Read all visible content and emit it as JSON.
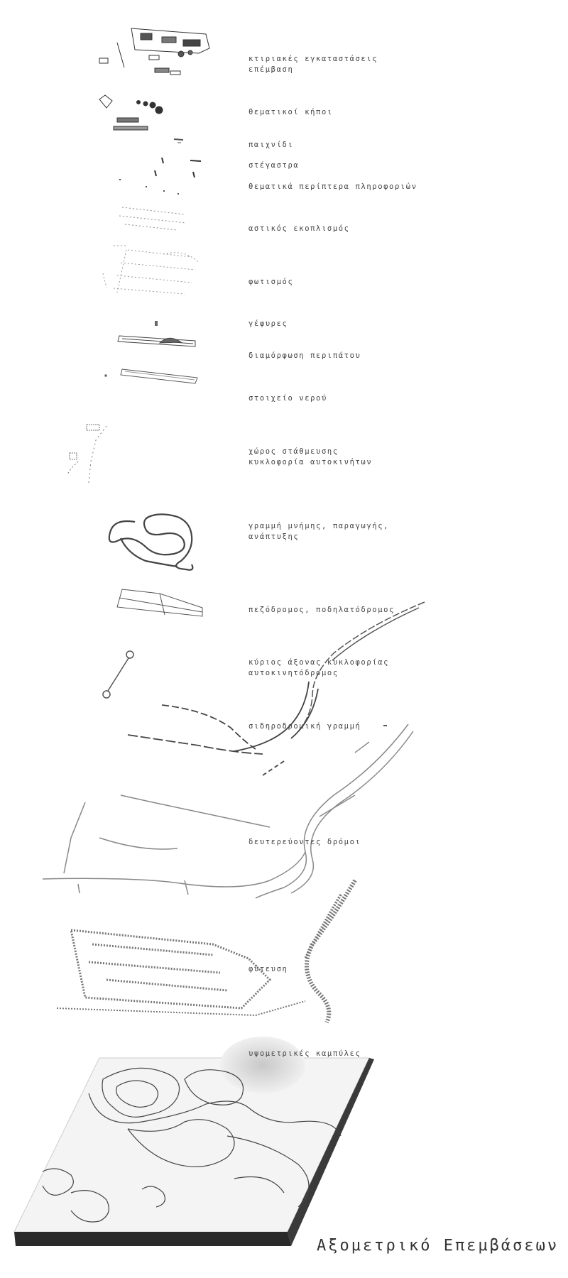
{
  "title": "Αξομετρικό Επεμβάσεων",
  "layers": [
    {
      "id": "buildings",
      "lines": [
        "κτιριακές εγκαταστάσεις",
        "επέμβαση"
      ]
    },
    {
      "id": "gardens",
      "lines": [
        "θεματικοί κήποι"
      ]
    },
    {
      "id": "play",
      "lines": [
        "παιχνίδι"
      ]
    },
    {
      "id": "shelters",
      "lines": [
        "στέγαστρα"
      ]
    },
    {
      "id": "kiosks",
      "lines": [
        "θεματικά περίπτερα πληροφοριών"
      ]
    },
    {
      "id": "furniture",
      "lines": [
        "αστικός εκοπλισμός"
      ]
    },
    {
      "id": "lighting",
      "lines": [
        "φωτισμός"
      ]
    },
    {
      "id": "bridges",
      "lines": [
        "γέφυρες"
      ]
    },
    {
      "id": "promenade",
      "lines": [
        "διαμόρφωση περιπάτου"
      ]
    },
    {
      "id": "water",
      "lines": [
        "στοιχείο νερού"
      ]
    },
    {
      "id": "parking",
      "lines": [
        "χώρος στάθμευσης",
        "κυκλοφορία αυτοκινήτων"
      ]
    },
    {
      "id": "memory-line",
      "lines": [
        "γραμμή μνήμης, παραγωγής,",
        "ανάπτυξης"
      ]
    },
    {
      "id": "pedestrian",
      "lines": [
        "πεζόδρομος, ποδηλατόδρομος"
      ]
    },
    {
      "id": "main-axis",
      "lines": [
        "κύριος άξονας κυκλοφορίας",
        "αυτοκινητόδρομος"
      ]
    },
    {
      "id": "railway",
      "lines": [
        "σιδηροδρομική γραμμή"
      ]
    },
    {
      "id": "secondary-roads",
      "lines": [
        "δευτερεύοντες δρόμοι"
      ]
    },
    {
      "id": "planting",
      "lines": [
        "φύτευση"
      ]
    },
    {
      "id": "contours",
      "lines": [
        "υψομετρικές καμπύλες"
      ]
    }
  ]
}
